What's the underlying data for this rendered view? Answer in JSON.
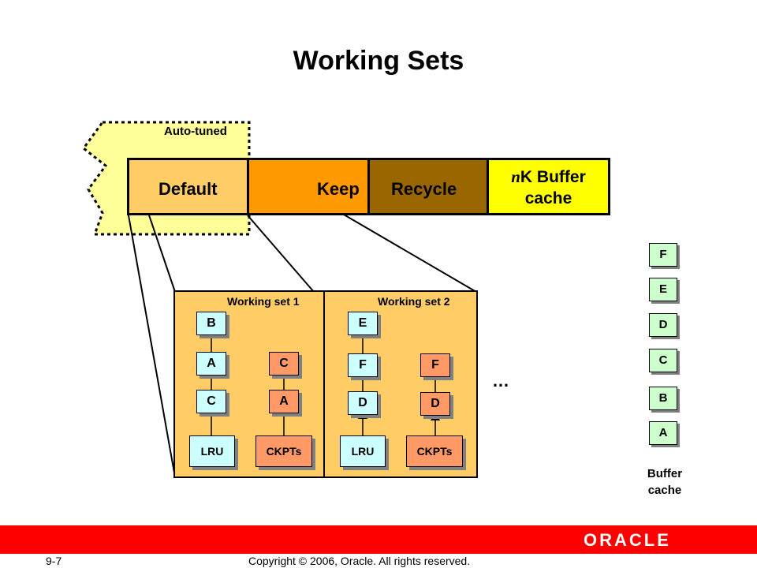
{
  "title": "Working Sets",
  "auto_tuned_label": "Auto-tuned",
  "pools": {
    "default": "Default",
    "keep": "Keep",
    "recycle": "Recycle",
    "nk_prefix": "n",
    "nk_line1": "K Buffer",
    "nk_line2": "cache"
  },
  "working_set_1": {
    "label": "Working set 1",
    "lru_chain": [
      "B",
      "A",
      "C"
    ],
    "ckpt_chain": [
      "C",
      "A"
    ],
    "lru_label": "LRU",
    "ckpt_label": "CKPTs"
  },
  "working_set_2": {
    "label": "Working set 2",
    "lru_chain": [
      "E",
      "F",
      "D"
    ],
    "ckpt_chain": [
      "F",
      "D"
    ],
    "lru_label": "LRU",
    "ckpt_label": "CKPTs"
  },
  "ellipsis": "…",
  "buffer_cache": {
    "blocks": [
      "F",
      "E",
      "D",
      "C",
      "B",
      "A"
    ],
    "caption_line1": "Buffer",
    "caption_line2": "cache"
  },
  "footer": {
    "slide_number": "9-7",
    "copyright": "Copyright © 2006, Oracle.  All rights reserved.",
    "brand": "ORACLE"
  },
  "colors": {
    "auto_tuned_area": "#ffff99",
    "default_pool": "#ffcc66",
    "keep_pool": "#ff9900",
    "recycle_pool": "#996600",
    "nk_pool": "#ffff00",
    "working_set": "#ffcc66",
    "node": "#ccffff",
    "ckpt_node": "#ff9966",
    "buffer_block": "#ccffcc",
    "footer_bar": "#ff0000"
  }
}
